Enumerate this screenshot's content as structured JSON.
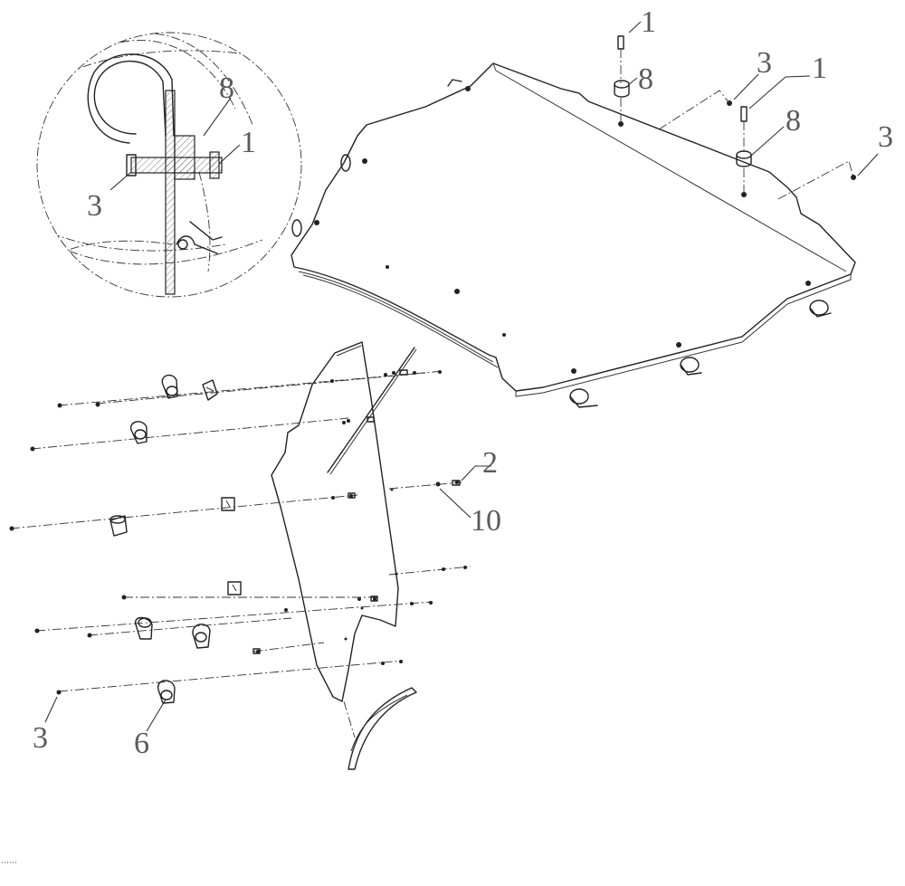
{
  "diagram": {
    "callouts": [
      {
        "id": "c1a",
        "text": "1"
      },
      {
        "id": "c8a",
        "text": "8"
      },
      {
        "id": "c3a",
        "text": "3"
      },
      {
        "id": "c1b",
        "text": "1"
      },
      {
        "id": "c8b",
        "text": "8"
      },
      {
        "id": "c3b",
        "text": "3"
      },
      {
        "id": "c8d",
        "text": "8"
      },
      {
        "id": "c1d",
        "text": "1"
      },
      {
        "id": "c3d",
        "text": "3"
      },
      {
        "id": "c2",
        "text": "2"
      },
      {
        "id": "c10",
        "text": "10"
      },
      {
        "id": "c3c",
        "text": "3"
      },
      {
        "id": "c6",
        "text": "6"
      }
    ]
  }
}
